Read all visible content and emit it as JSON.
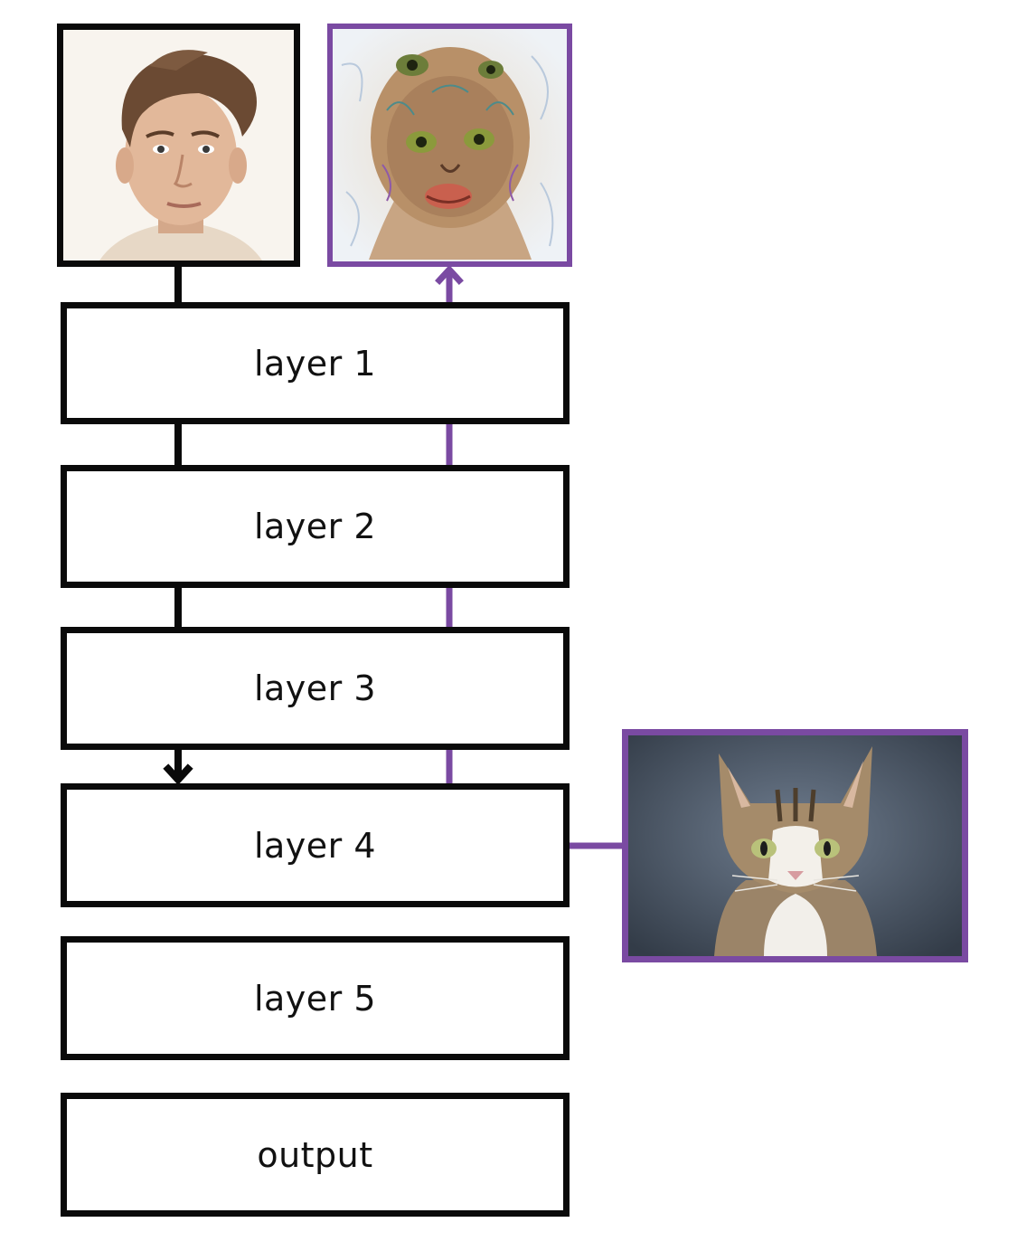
{
  "diagram": {
    "layers": [
      {
        "label": "layer 1"
      },
      {
        "label": "layer 2"
      },
      {
        "label": "layer 3"
      },
      {
        "label": "layer 4"
      },
      {
        "label": "layer 5"
      },
      {
        "label": "output"
      }
    ],
    "images": {
      "input": {
        "depicts": "portrait of a man",
        "frame_color": "#0a0a0a"
      },
      "dream": {
        "depicts": "psychedelic cat-faced transformation of the portrait",
        "frame_color": "#7a4aa2"
      },
      "target": {
        "depicts": "tabby and white cat",
        "frame_color": "#7a4aa2"
      }
    },
    "colors": {
      "forward_line": "#0a0a0a",
      "backward_line": "#7a4aa2",
      "background": "#ffffff"
    }
  }
}
